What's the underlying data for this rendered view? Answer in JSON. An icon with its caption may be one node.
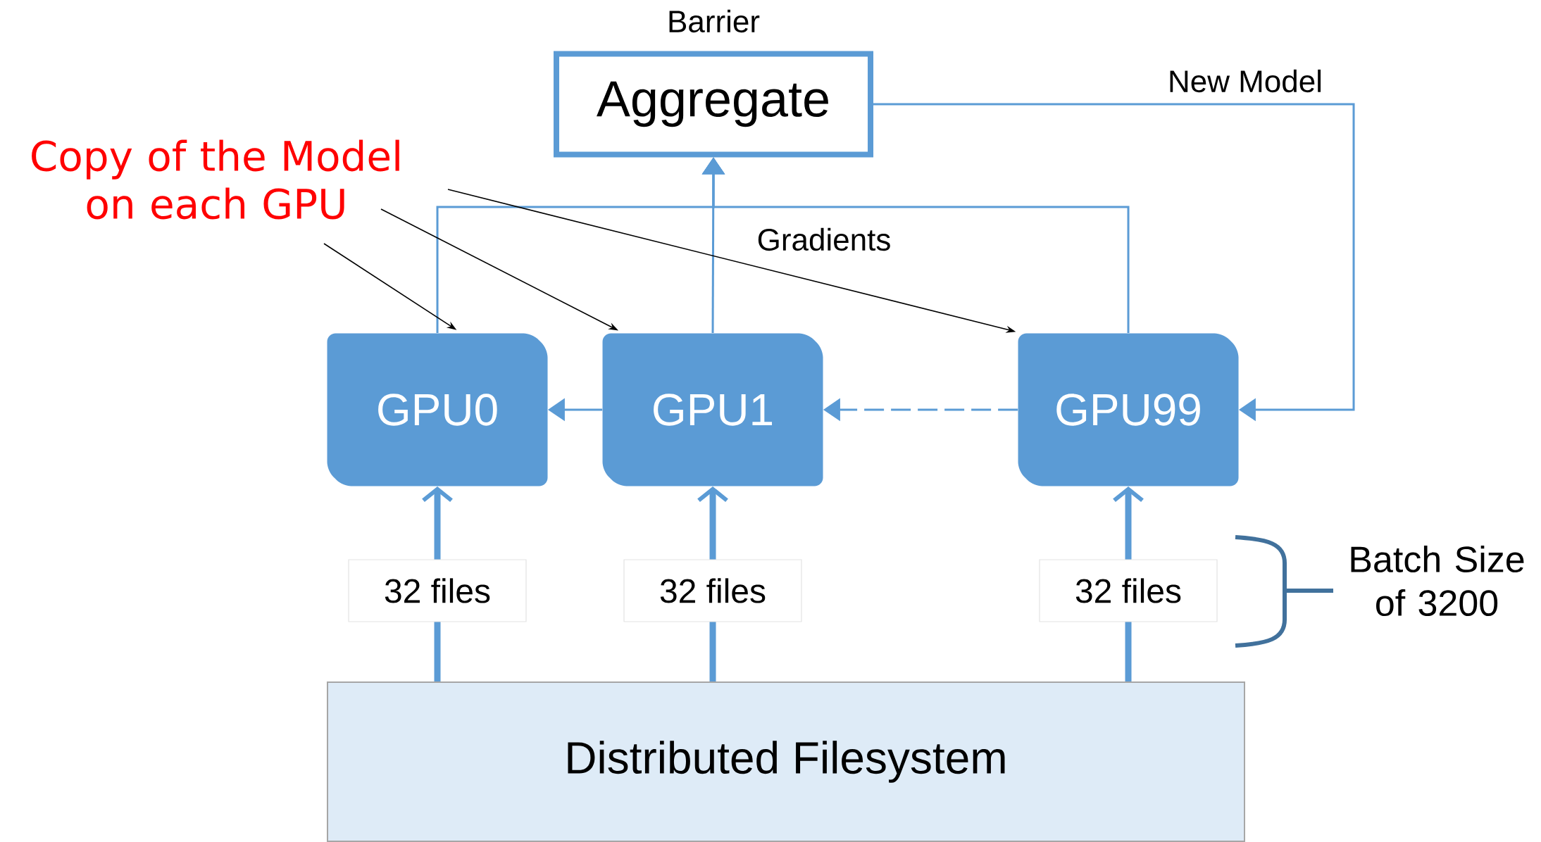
{
  "diagram": {
    "nodes": [
      {
        "text": [
          "Aggregate"
        ],
        "beside": [
          "Barrier"
        ]
      },
      {
        "text": [
          "GPU0"
        ]
      },
      {
        "text": [
          "GPU1"
        ]
      },
      {
        "text": [
          "GPU99"
        ]
      },
      {
        "text": [
          "Distributed Filesystem"
        ]
      },
      {
        "text": [
          "Copy of the Model on each GPU"
        ]
      }
    ],
    "edges": [
      {
        "from": 1,
        "to": 0,
        "arrow": "to"
      },
      {
        "from": 2,
        "to": 0,
        "arrow": "to",
        "label": "Gradients"
      },
      {
        "from": 3,
        "to": 0,
        "arrow": "to"
      },
      {
        "from": 0,
        "to": 3,
        "arrow": "to",
        "label": "New Model"
      },
      {
        "from": 3,
        "to": 2,
        "arrow": "to",
        "style": "dashed"
      },
      {
        "from": 2,
        "to": 1,
        "arrow": "to"
      },
      {
        "from": 4,
        "to": 1,
        "arrow": "to",
        "style": "thick",
        "label": "32 files"
      },
      {
        "from": 4,
        "to": 2,
        "arrow": "to",
        "style": "thick",
        "label": "32 files"
      },
      {
        "from": 4,
        "to": 3,
        "arrow": "to",
        "style": "thick",
        "label": "32 files"
      },
      {
        "from": 5,
        "to": 1,
        "arrow": "to",
        "color": "#000000"
      },
      {
        "from": 5,
        "to": 2,
        "arrow": "to",
        "color": "#000000"
      },
      {
        "from": 5,
        "to": 3,
        "arrow": "to",
        "color": "#000000"
      }
    ],
    "labels": [
      "Batch Size of 3200"
    ]
  }
}
